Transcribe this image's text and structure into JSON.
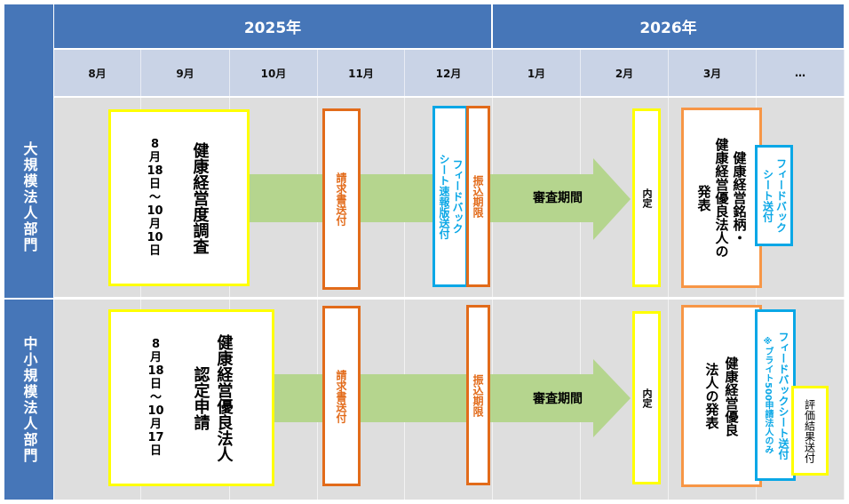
{
  "years": [
    "2025年",
    "2026年"
  ],
  "months": [
    "8月",
    "9月",
    "10月",
    "11月",
    "12月",
    "1月",
    "2月",
    "3月",
    "…"
  ],
  "rows": [
    {
      "label": "大規模法人部門",
      "survey": "健康経営度調査",
      "period": "8\n月\n18\n日\n～\n10\n月\n10\n日",
      "invoice": "請求書送付",
      "feedback_prelim": "フィードバック\nシート速報版送付",
      "payment": "振込期限",
      "review": "審査期間",
      "naitei": "内定",
      "announce": "健康経営銘柄・\n健康経営優良法人の\n発表",
      "feedback": "フィードバック\nシート送付"
    },
    {
      "label": "中小規模法人部門",
      "survey": "健康経営優良法人\n認定申請",
      "period": "8\n月\n18\n日\n～\n10\n月\n17\n日",
      "invoice": "請求書送付",
      "payment": "振込期限",
      "review": "審査期間",
      "naitei": "内定",
      "announce": "健康経営優良\n法人の発表",
      "feedback": "フィードバックシート送付",
      "feedback_note": "※ブライト500申請法人のみ",
      "result": "評価結果送付"
    }
  ]
}
